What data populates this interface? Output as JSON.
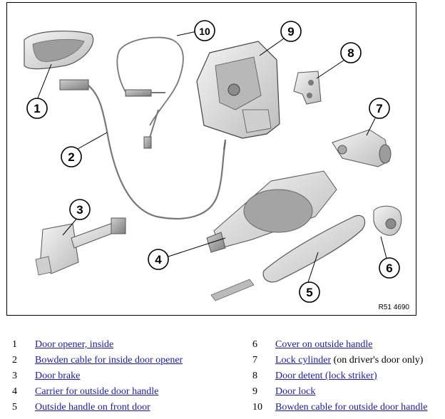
{
  "figure": {
    "reference": "R51 4690",
    "callouts": [
      "1",
      "2",
      "3",
      "4",
      "5",
      "6",
      "7",
      "8",
      "9",
      "10"
    ]
  },
  "legend": {
    "items": [
      {
        "num": "1",
        "label": "Door opener, inside",
        "extra": ""
      },
      {
        "num": "2",
        "label": "Bowden cable for inside door opener",
        "extra": ""
      },
      {
        "num": "3",
        "label": "Door brake",
        "extra": ""
      },
      {
        "num": "4",
        "label": "Carrier for outside door handle",
        "extra": ""
      },
      {
        "num": "5",
        "label": "Outside handle on front door",
        "extra": ""
      },
      {
        "num": "6",
        "label": "Cover on outside handle",
        "extra": ""
      },
      {
        "num": "7",
        "label": "Lock cylinder",
        "extra": " (on driver's door only)"
      },
      {
        "num": "8",
        "label": "Door detent (lock striker)",
        "extra": ""
      },
      {
        "num": "9",
        "label": "Door lock",
        "extra": ""
      },
      {
        "num": "10",
        "label": "Bowden cable for outside door handle",
        "extra": ""
      }
    ]
  },
  "colors": {
    "part_fill": "#e4e4e4",
    "part_stroke": "#4a4a4a",
    "link": "#1a1aa6"
  }
}
